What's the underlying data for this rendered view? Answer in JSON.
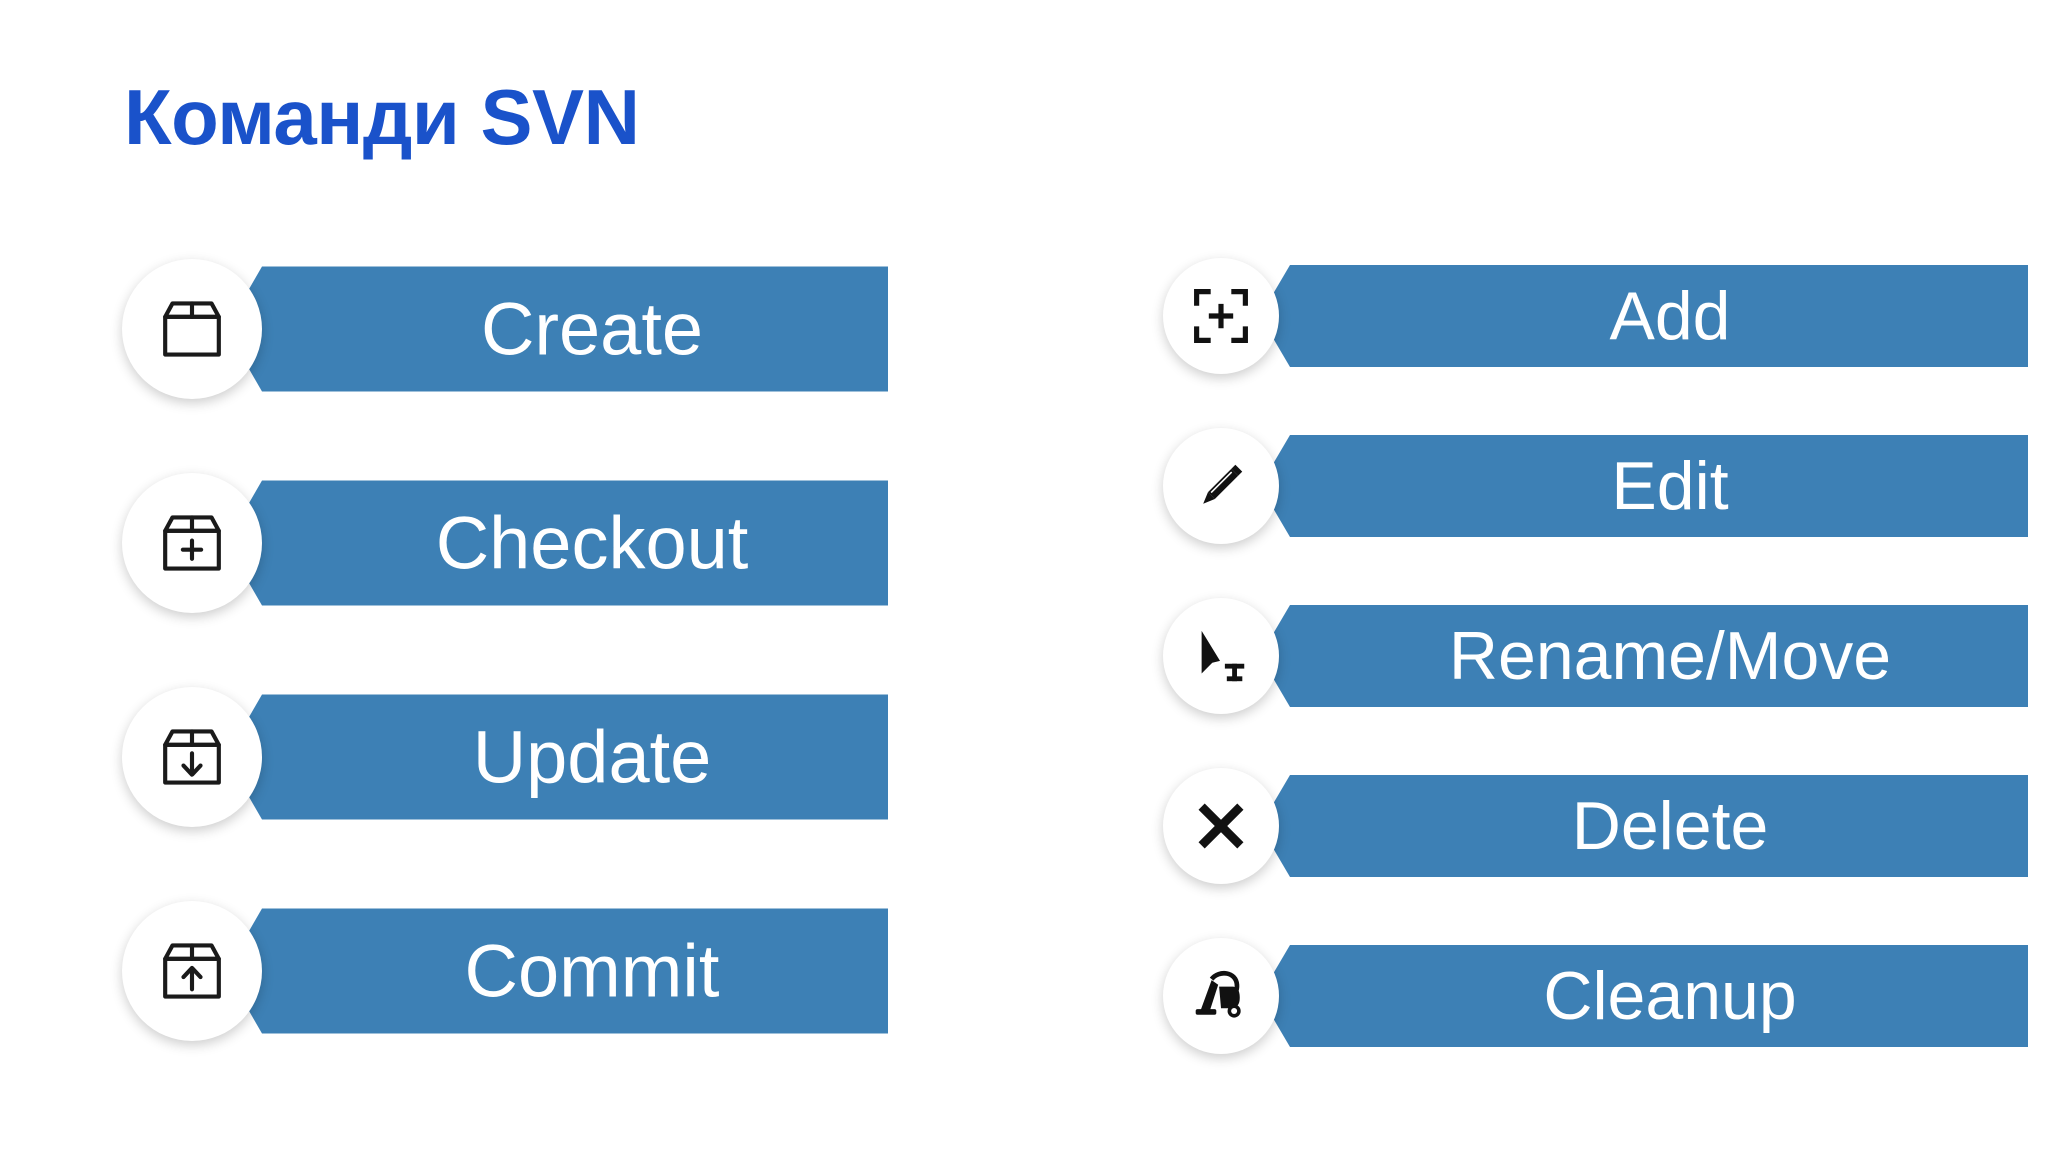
{
  "slide": {
    "title": "Команди SVN",
    "background_color": "#ffffff",
    "title_color": "#1a52ca",
    "bar_color": "#3d80b5",
    "bar_text_color": "#ffffff",
    "badge_color": "#ffffff",
    "icon_color": "#1a1a1a"
  },
  "left_column": {
    "items": [
      {
        "label": "Create",
        "icon": "box-icon"
      },
      {
        "label": "Checkout",
        "icon": "box-plus-icon"
      },
      {
        "label": "Update",
        "icon": "box-arrow-down-icon"
      },
      {
        "label": "Commit",
        "icon": "box-arrow-up-icon"
      }
    ]
  },
  "right_column": {
    "items": [
      {
        "label": "Add",
        "icon": "crop-plus-icon"
      },
      {
        "label": "Edit",
        "icon": "pencil-icon"
      },
      {
        "label": "Rename/Move",
        "icon": "cursor-text-icon"
      },
      {
        "label": "Delete",
        "icon": "close-x-icon"
      },
      {
        "label": "Cleanup",
        "icon": "vacuum-icon"
      }
    ]
  }
}
